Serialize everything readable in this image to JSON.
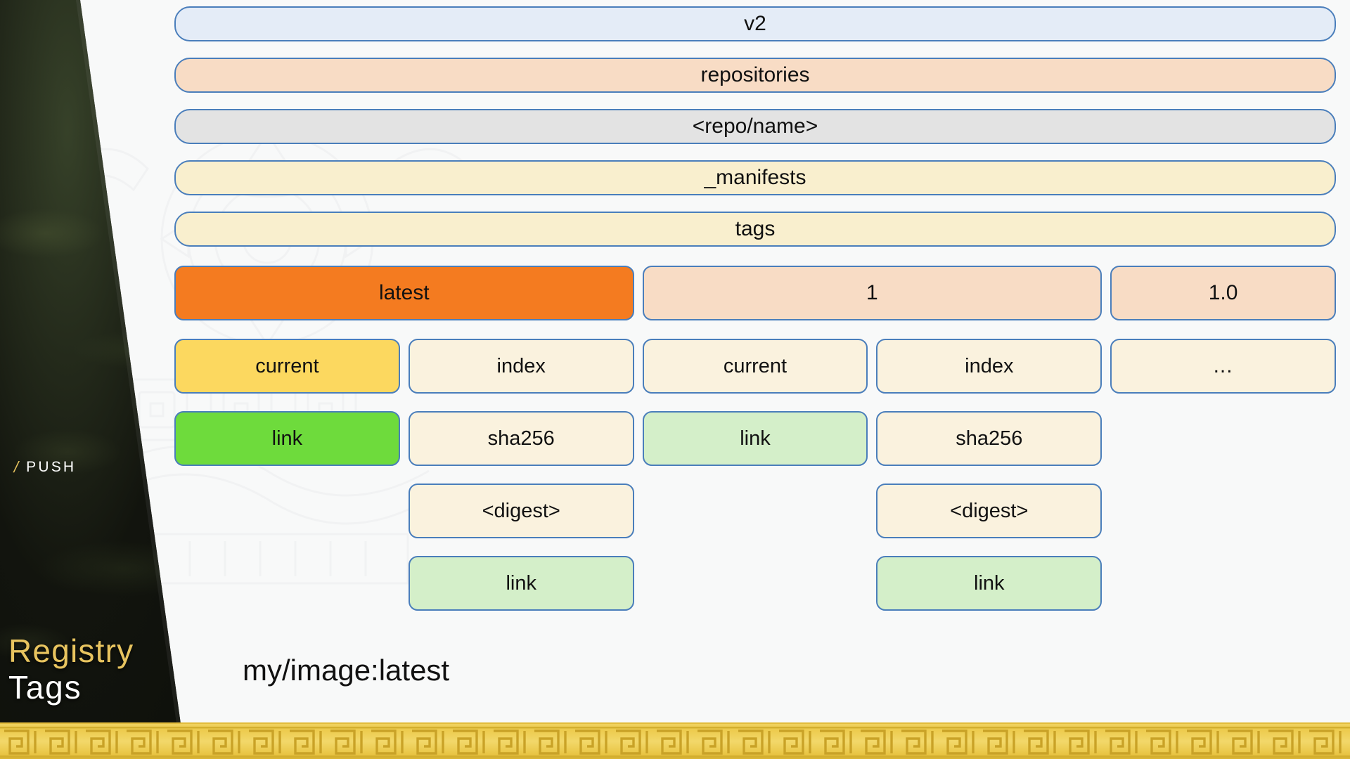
{
  "sidebar": {
    "section_marker": "/",
    "section_label": "PUSH",
    "title_line1": "Registry",
    "title_line2": "Tags",
    "title_line1_colour": "#e8c45f",
    "title_line2_colour": "#ffffff"
  },
  "diagram": {
    "caption": "my/image:latest",
    "path_rows": [
      {
        "label": "v2",
        "fill": "#e4ecf7"
      },
      {
        "label": "repositories",
        "fill": "#f8dcc5"
      },
      {
        "label": "<repo/name>",
        "fill": "#e3e3e3"
      },
      {
        "label": "_manifests",
        "fill": "#f9efce"
      },
      {
        "label": "tags",
        "fill": "#f9efce"
      }
    ],
    "tag_row": [
      {
        "label": "latest",
        "fill": "#f47b20",
        "highlight": true
      },
      {
        "label": "1",
        "fill": "#f8dcc5",
        "highlight": false
      },
      {
        "label": "1.0",
        "fill": "#f8dcc5",
        "highlight": false
      }
    ],
    "entry_row": [
      {
        "label": "current",
        "fill": "#fcd85f",
        "highlight": true
      },
      {
        "label": "index",
        "fill": "#faf2de",
        "highlight": false
      },
      {
        "label": "current",
        "fill": "#faf2de",
        "highlight": false
      },
      {
        "label": "index",
        "fill": "#faf2de",
        "highlight": false
      },
      {
        "label": "...",
        "fill": "#faf2de",
        "highlight": false
      }
    ],
    "link_row": [
      {
        "label": "link",
        "fill": "#6edb3c",
        "highlight": true
      },
      {
        "label": "sha256",
        "fill": "#faf2de",
        "highlight": false
      },
      {
        "label": "link",
        "fill": "#d4efc9",
        "highlight": true
      },
      {
        "label": "sha256",
        "fill": "#faf2de",
        "highlight": false
      }
    ],
    "digest_row": [
      {
        "label": "<digest>",
        "fill": "#faf2de",
        "column": 1
      },
      {
        "label": "<digest>",
        "fill": "#faf2de",
        "column": 3
      }
    ],
    "leaf_link_row": [
      {
        "label": "link",
        "fill": "#d4efc9",
        "column": 1
      },
      {
        "label": "link",
        "fill": "#d4efc9",
        "column": 3
      }
    ],
    "border_colour": "#4a7ebb"
  },
  "footer": {
    "pattern_name": "greek-key-meander",
    "colour": "#efd05a"
  }
}
